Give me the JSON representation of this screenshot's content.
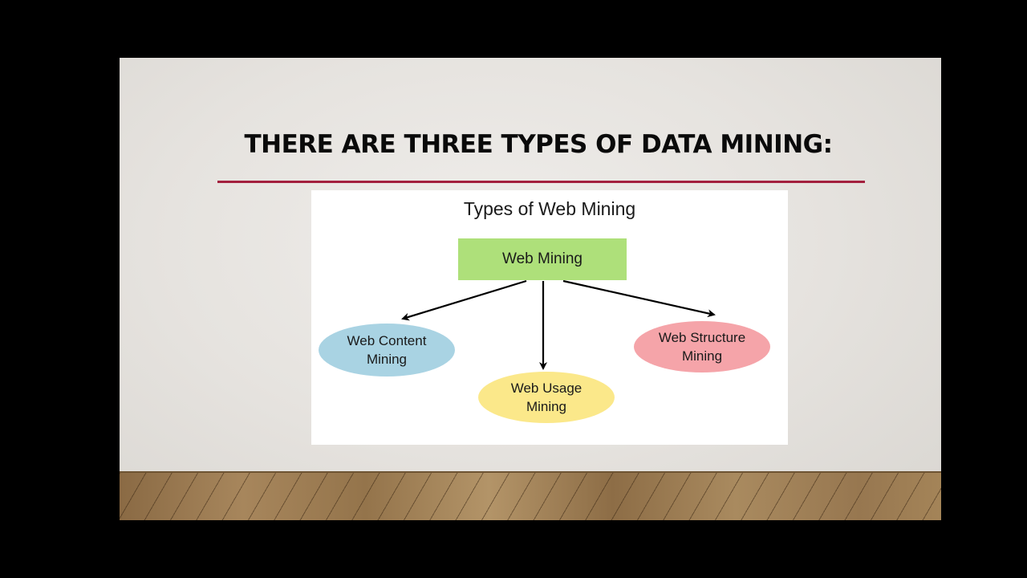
{
  "slide": {
    "title": "THERE ARE THREE TYPES OF DATA MINING:",
    "accent_rule_color": "#a3203e"
  },
  "diagram": {
    "title": "Types of Web Mining",
    "root": {
      "label": "Web Mining",
      "color": "#aee07a"
    },
    "children": [
      {
        "line1": "Web Content",
        "line2": "Mining",
        "color": "#a9d3e3"
      },
      {
        "line1": "Web Usage",
        "line2": "Mining",
        "color": "#fbe88a"
      },
      {
        "line1": "Web Structure",
        "line2": "Mining",
        "color": "#f5a4a9"
      }
    ]
  }
}
